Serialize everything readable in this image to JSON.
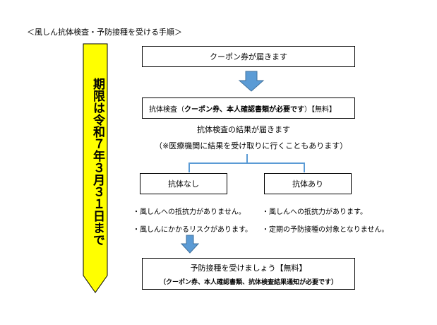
{
  "title": "＜風しん抗体検査・予防接種を受ける手順＞",
  "deadline_banner": {
    "text": "期限は令和７年３月３１日まで",
    "fill_color": "#ffff00"
  },
  "steps": {
    "coupon": "クーポン券が届きます",
    "antibody_test": {
      "label": "抗体検査（",
      "bring": "クーポン券、本人確認書類が必要です",
      "suffix": "）【無料】"
    },
    "result_arrives": "抗体検査の結果が届きます",
    "result_note": "（※医療機関に結果を受け取りに行くこともあります）",
    "no_antibody": "抗体なし",
    "has_antibody": "抗体あり",
    "vaccination": {
      "line1": "予防接種を受けましょう【無料】",
      "line2": "（クーポン券、本人確認書類、抗体検査結果通知が必要です）"
    }
  },
  "notes": {
    "no_antibody": [
      "・風しんへの抵抗力がありません。",
      "・風しんにかかるリスクがあります。"
    ],
    "has_antibody": [
      "・風しんへの抵抗力があります。",
      "・定期の予防接種の対象となりません。"
    ]
  },
  "colors": {
    "arrow_fill": "#5b9bd5",
    "arrow_stroke": "#41719c",
    "connector": "#5b9bd5"
  }
}
